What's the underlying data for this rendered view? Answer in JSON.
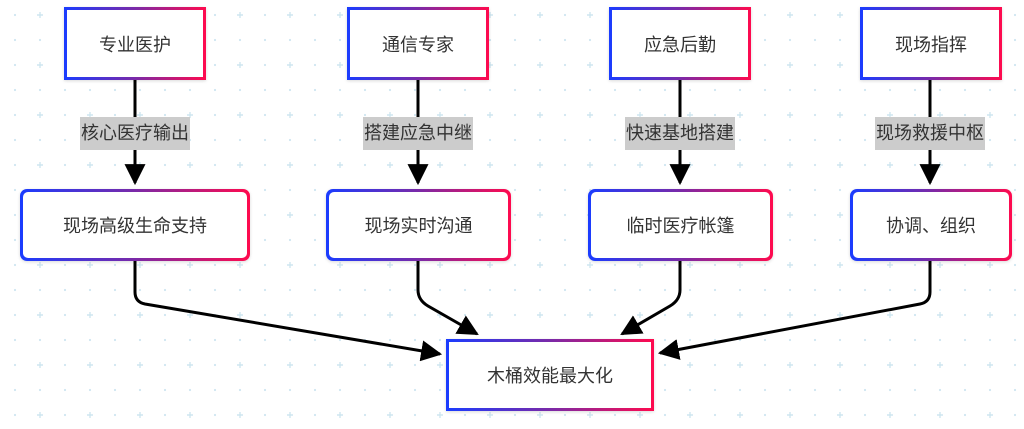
{
  "diagram": {
    "title": "",
    "colors": {
      "border_gradient_start": "#1a3cff",
      "border_gradient_end": "#ff0a4e",
      "edge": "#000000",
      "label_bg": "#cccccc",
      "text": "#333333",
      "grid": "#cfe6f0"
    },
    "roles": [
      {
        "id": "role1",
        "label": "专业医护"
      },
      {
        "id": "role2",
        "label": "通信专家"
      },
      {
        "id": "role3",
        "label": "应急后勤"
      },
      {
        "id": "role4",
        "label": "现场指挥"
      }
    ],
    "edge_labels": [
      {
        "from": "role1",
        "to": "cap1",
        "label": "核心医疗输出"
      },
      {
        "from": "role2",
        "to": "cap2",
        "label": "搭建应急中继"
      },
      {
        "from": "role3",
        "to": "cap3",
        "label": "快速基地搭建"
      },
      {
        "from": "role4",
        "to": "cap4",
        "label": "现场救援中枢"
      }
    ],
    "capabilities": [
      {
        "id": "cap1",
        "label": "现场高级生命支持"
      },
      {
        "id": "cap2",
        "label": "现场实时沟通"
      },
      {
        "id": "cap3",
        "label": "临时医疗帐篷"
      },
      {
        "id": "cap4",
        "label": "协调、组织"
      }
    ],
    "result": {
      "id": "result",
      "label": "木桶效能最大化"
    },
    "result_edges": [
      {
        "from": "cap1",
        "to": "result"
      },
      {
        "from": "cap2",
        "to": "result"
      },
      {
        "from": "cap3",
        "to": "result"
      },
      {
        "from": "cap4",
        "to": "result"
      }
    ]
  }
}
